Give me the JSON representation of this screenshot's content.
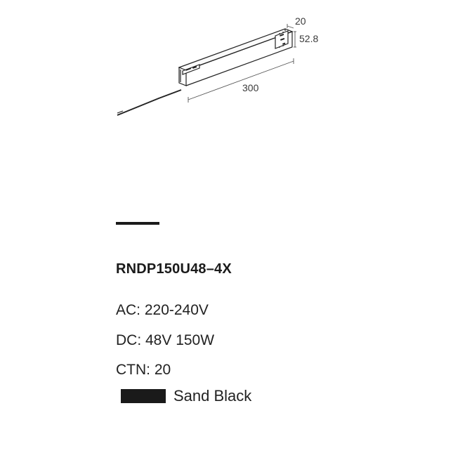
{
  "drawing": {
    "dimensions": {
      "width": "20",
      "height": "52.8",
      "length": "300"
    }
  },
  "product": {
    "model": "RNDP150U48–4X",
    "specs": [
      "AC: 220-240V",
      "DC: 48V 150W",
      "CTN: 20"
    ],
    "finish": {
      "label": "Sand Black",
      "color": "#1a1a1a"
    }
  }
}
